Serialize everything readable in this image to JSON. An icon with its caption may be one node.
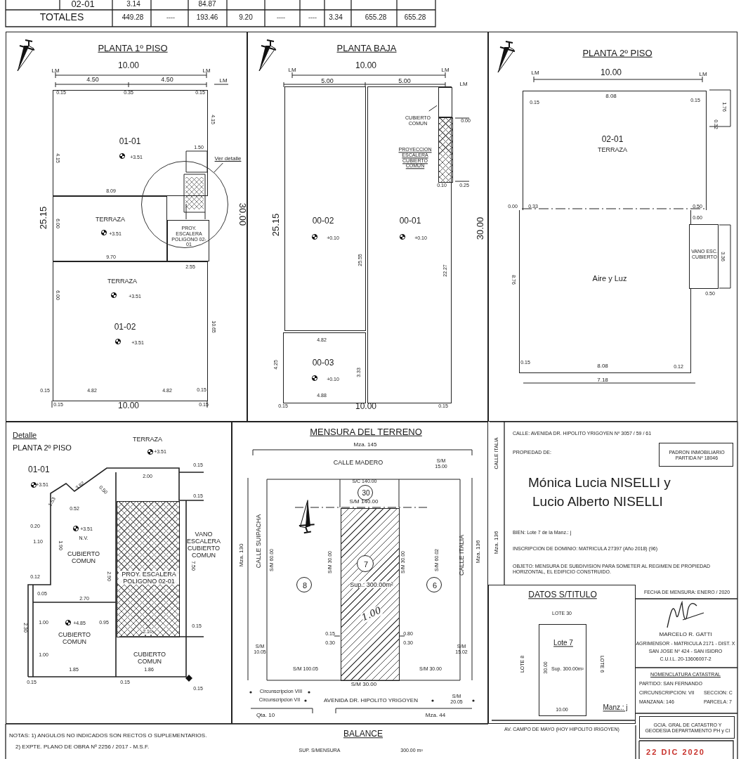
{
  "diagram": {
    "nodes": [
      {
        "text": [
          "PLANTA 1º PISO"
        ]
      },
      {
        "text": [
          "01-01",
          "+3.51"
        ],
        "in": 0
      },
      {
        "text": [
          "TERRAZA",
          "+3.51"
        ],
        "in": 0
      },
      {
        "text": [
          "TERRAZA",
          "+3.51",
          "01-02",
          "+3.51"
        ],
        "in": 0
      },
      {
        "text": [
          "PROY. ESCALERA POLIGONO 02-01"
        ],
        "in": 0
      },
      {
        "text": [],
        "shape": "circle",
        "in": 0
      },
      {
        "text": [
          "Ver detalle"
        ],
        "in": 0
      },
      {
        "text": [
          "PLANTA BAJA"
        ]
      },
      {
        "text": [
          "00-02",
          "+0.10"
        ],
        "in": 7
      },
      {
        "text": [
          "00-01",
          "+0.10"
        ],
        "in": 7
      },
      {
        "text": [
          "00-03",
          "+0.10"
        ],
        "in": 7
      },
      {
        "text": [],
        "shape": "box",
        "in": 9
      },
      {
        "text": [
          "CUBIERTO COMUN"
        ],
        "in": 9
      },
      {
        "text": [],
        "shape": "box",
        "in": 9,
        "beside": [
          "PROYECCION ESCALERA CUBIERTO COMUN"
        ]
      },
      {
        "text": [
          "PLANTA 2º PISO"
        ]
      },
      {
        "text": [
          "02-01",
          "TERRAZA"
        ],
        "in": 14
      },
      {
        "text": [
          "Aire y Luz"
        ],
        "in": 14
      },
      {
        "text": [
          "VANO ESC. CUBIERTO"
        ],
        "in": 14
      },
      {
        "text": [
          "Detalle",
          "PLANTA 2º PISO"
        ]
      },
      {
        "text": [
          "+3.51",
          "N.V.",
          "CUBIERTO COMUN"
        ],
        "in": 18
      },
      {
        "text": [
          "PROY. ESCALERA POLIGONO 02-01"
        ],
        "in": 18
      },
      {
        "text": [
          "+4.85",
          "CUBIERTO COMUN"
        ],
        "in": 18
      },
      {
        "text": [
          "CUBIERTO COMUN"
        ],
        "in": 18
      },
      {
        "text": [
          "MENSURA DEL TERRENO"
        ]
      },
      {
        "text": [
          "Sup.: 300.00m²",
          "1.00"
        ],
        "in": 23
      },
      {
        "text": [
          "7"
        ],
        "in": 24
      },
      {
        "text": [
          "30"
        ],
        "in": 23
      },
      {
        "text": [
          "8"
        ],
        "in": 23
      },
      {
        "text": [
          "6"
        ],
        "in": 23
      },
      {
        "text": [
          "PADRON INMOBILIARIO PARTIDA Nº 18046"
        ]
      },
      {
        "text": [
          "DATOS S/TITULO"
        ]
      },
      {
        "text": [
          "Lote 7",
          "Sup. 300.00m²"
        ],
        "in": 30
      },
      {
        "text": [
          "GCIA. GRAL DE CATASTRO Y GEODESIA DEPARTAMENTO PH y CI"
        ]
      }
    ],
    "edges": [
      {
        "from": 6,
        "to": 5,
        "arrow": "none"
      },
      {
        "from": 12,
        "to": 11,
        "arrow": "none"
      }
    ],
    "labels": [
      "02-01",
      "3.14",
      "84.87",
      "TOTALES",
      "449.28",
      "----",
      "193.46",
      "9.20",
      "----",
      "----",
      "3.34",
      "655.28",
      "655.28",
      "10.00",
      "LM",
      "LM",
      "4.50",
      "4.50",
      "LM",
      "0.15",
      "0.35",
      "0.15",
      "4.15",
      "1.50",
      "4.15",
      "8.09",
      "25.15",
      "6.00",
      "30.00",
      "9.70",
      "2.55",
      "6.00",
      "10.65",
      "0.15",
      "4.82",
      "4.82",
      "0.15",
      "0.15",
      "10.00",
      "0.15",
      "10.00",
      "LM",
      "LM",
      "LM",
      "5.00",
      "5.00",
      "0.00",
      "0.10",
      "0.25",
      "25.15",
      "30.00",
      "25.55",
      "22.27",
      "4.82",
      "4.25",
      "3.33",
      "4.88",
      "0.15",
      "10.00",
      "0.15",
      "LM",
      "LM",
      "10.00",
      "8.08",
      "0.15",
      "0.15",
      "1.76",
      "0.32",
      "0.00",
      "0.33",
      "0.50",
      "0.60",
      "3.36",
      "0.50",
      "8.76",
      "0.15",
      "8.08",
      "0.12",
      "7.18",
      "TERRAZA",
      "+3.51",
      "01-01",
      "+3.51",
      "0.15",
      "2.00",
      "1.53",
      "3.92",
      "0.50",
      "0.52",
      "0.15",
      "0.20",
      "1.10",
      "1.90",
      "VANO ESCALERA CUBIERTO COMUN",
      "2.90",
      "7.50",
      "0.12",
      "0.05",
      "2.70",
      "1.00",
      "0.95",
      "2.30",
      "1.00",
      "2.10",
      "0.15",
      "1.85",
      "1.86",
      "0.15",
      "0.15",
      "0.15",
      "NOTAS: 1) ANGULOS NO INDICADOS SON RECTOS O SUPLEMENTARIOS.",
      "2) EXPTE. PLANO DE OBRA Nº 2256 / 2017 - M.S.F.",
      "Mza. 145",
      "CALLE MADERO",
      "S/M 15.00",
      "S/C 140.00",
      "S/M 140.00",
      "Mza. 130",
      "CALLE SUIPACHA",
      "S/M 60.00",
      "S/M 30.00",
      "S/M 30.00",
      "S/M 60.02",
      "CALLE ITALIA",
      "Mza. 136",
      "0.15",
      "0.30",
      "0.80",
      "0.30",
      "S/M 10.05",
      "S/M 15.02",
      "S/M 100.05",
      "S/M 30.00",
      "S/M 30.00",
      "Circunscripcion VIII",
      "Circunscripcion VII",
      "AVENIDA DR. HIPOLITO YRIGOYEN",
      "S/M 20.05",
      "Qta. 10",
      "Mza. 44",
      "BALANCE",
      "SUP. S/MENSURA",
      "300.00 m²",
      "CALLE ITALIA",
      "Mza. 136",
      "CALLE: AVENIDA DR. HIPOLITO YRIGOYEN Nº 3057 / 59 / 61",
      "PROPIEDAD DE:",
      "Mónica Lucia NISELLI y",
      "Lucio Alberto NISELLI",
      "BIEN: Lote 7 de la Manz.: j",
      "INSCRIPCION DE DOMINIO: MATRICULA 27397 (Año 2018) (96)",
      "OBJETO: MENSURA DE SUBDIVISION PARA SOMETER AL REGIMEN DE PROPIEDAD HORIZONTAL, EL EDIFICIO CONSTRUIDO.",
      "LOTE 30",
      "LOTE 8",
      "30.00",
      "LOTE 6",
      "10.00",
      "Manz.: j",
      "AV. CAMPO DE MAYO (HOY HIPOLITO IRIGOYEN)",
      "FECHA DE MENSURA: ENERO / 2020",
      "MARCELO R. GATTI",
      "AGRIMENSOR - MATRICULA 2171 - DIST. X",
      "SAN JOSE Nº 424 - SAN ISIDRO",
      "C.U.I.L. 20-13606007-2",
      "NOMENCLATURA CATASTRAL",
      "PARTIDO: SAN FERNANDO",
      "CIRCUNSCRIPCION: VII",
      "SECCION: C",
      "MANZANA: 146",
      "PARCELA: 7",
      "22 DIC 2020"
    ]
  }
}
